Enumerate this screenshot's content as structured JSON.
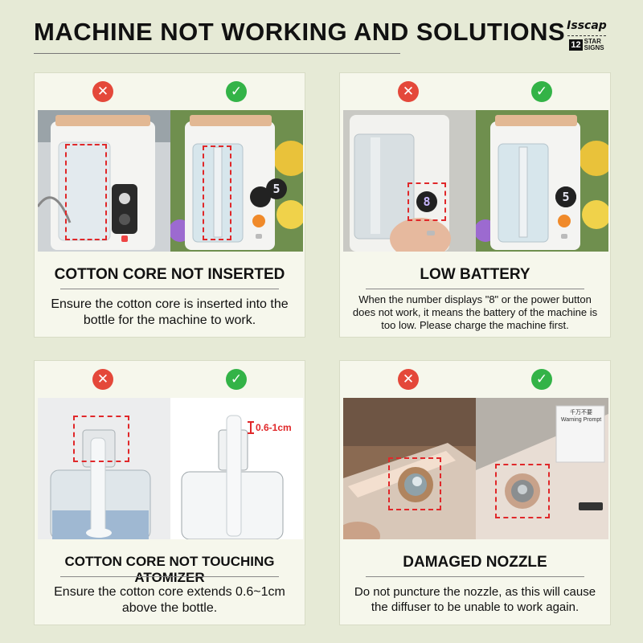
{
  "header": {
    "title": "MACHINE NOT WORKING AND SOLUTIONS",
    "brand_name": "Isscap",
    "brand_badge_number": "12",
    "brand_badge_line1": "STAR",
    "brand_badge_line2": "SIGNS"
  },
  "marks": {
    "wrong": "✕",
    "right": "✓"
  },
  "colors": {
    "wrong": "#e4483a",
    "right": "#33b347",
    "highlight": "#e0282a"
  },
  "cards": [
    {
      "heading": "COTTON CORE NOT INSERTED",
      "description": "Ensure the cotton core is inserted into the bottle for the machine to work."
    },
    {
      "heading": "LOW BATTERY",
      "description": "When the number displays \"8\" or the power button does not work, it means the battery of the machine is too low. Please charge the machine first.",
      "display_wrong": "8",
      "display_right": "5"
    },
    {
      "heading": "COTTON CORE NOT TOUCHING ATOMIZER",
      "description": "Ensure the cotton core extends 0.6~1cm above the bottle.",
      "measure_label": "0.6-1cm"
    },
    {
      "heading": "DAMAGED NOZZLE",
      "description": "Do not puncture the nozzle, as this will cause the diffuser to be unable to work again.",
      "sticker_line1": "千万不要",
      "sticker_line2": "Warning Prompt"
    }
  ]
}
